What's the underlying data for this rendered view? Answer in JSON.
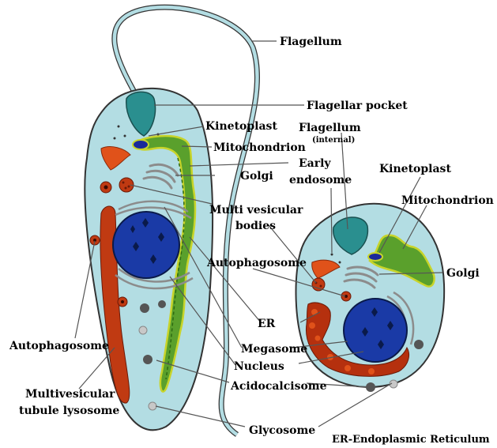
{
  "labels": {
    "flagellum": "Flagellum",
    "flagellar_pocket": "Flagellar pocket",
    "kinetoplast_left": "Kinetoplast",
    "flagellum_internal": "Flagellum",
    "flagellum_internal_sub": "(internal)",
    "mitochondrion_left": "Mitochondrion",
    "early_endosome_1": "Early",
    "early_endosome_2": "endosome",
    "kinetoplast_right": "Kinetoplast",
    "golgi_left": "Golgi",
    "mitochondrion_right": "Mitochondrion",
    "mvb_1": "Multi vesicular",
    "mvb_2": "bodies",
    "autophagosome_center": "Autophagosome",
    "golgi_right": "Golgi",
    "er": "ER",
    "autophagosome_left": "Autophagosome",
    "megasome": "Megasome",
    "nucleus": "Nucleus",
    "acidocalcisome": "Acidocalcisome",
    "mvt_1": "Multivesicular",
    "mvt_2": "tubule lysosome",
    "glycosome": "Glycosome",
    "legend": "ER-Endoplasmic Reticulum"
  },
  "colors": {
    "cell_fill": "#b3dde3",
    "cell_stroke": "#333333",
    "nucleus": "#1a3aa6",
    "nucleolus": "#0a1a4a",
    "mitochondrion": "#5aa02c",
    "mitochondrion_edge": "#c8d42a",
    "lysosome": "#c03a12",
    "megasome": "#b5300e",
    "acidocalcisome": "#555555",
    "glycosome": "#c8c8c8",
    "flagellar_pocket": "#2a8f8f",
    "golgi": "#8c8c8c",
    "kinetoplast": "#1a2a9a"
  }
}
